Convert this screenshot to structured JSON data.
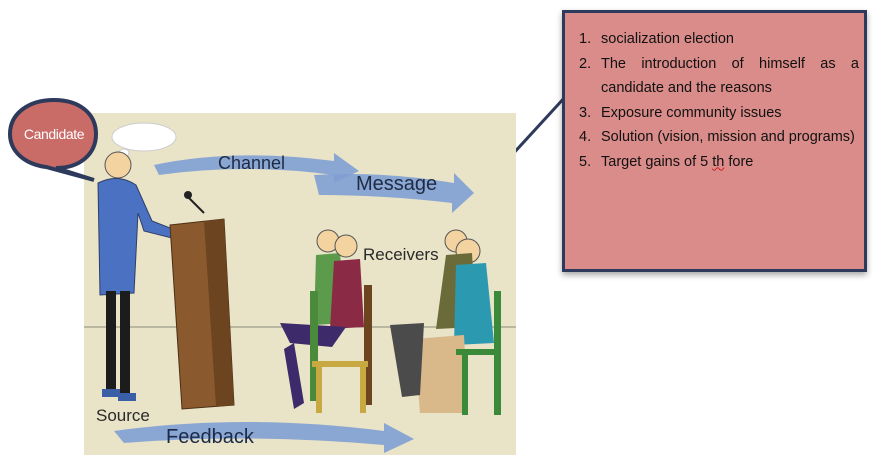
{
  "bubble": {
    "label": "Candidate"
  },
  "illustration": {
    "labels": {
      "channel": "Channel",
      "message": "Message",
      "receivers": "Receivers",
      "source": "Source",
      "feedback": "Feedback"
    }
  },
  "agenda": {
    "items": [
      {
        "num": "1.",
        "text": "socialization election"
      },
      {
        "num": "2.",
        "text": "The introduction of himself as a candidate and the reasons"
      },
      {
        "num": "3.",
        "text": "Exposure community issues"
      },
      {
        "num": "4.",
        "text": "Solution (vision, mission and programs)"
      },
      {
        "num": "5.",
        "text_before": "Target gains of 5 ",
        "text_flag": "th",
        "text_after": " fore"
      }
    ]
  },
  "colors": {
    "box_fill": "#d98c89",
    "box_border": "#2d3a5b",
    "bubble_fill": "#c96b66",
    "arrow_blue": "#7f9ed3",
    "background": "#e9e3c8"
  }
}
